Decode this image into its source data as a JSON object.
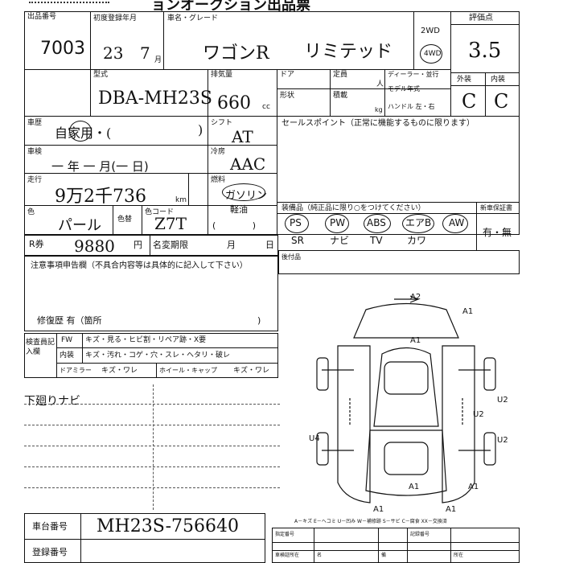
{
  "header": {
    "title": "ョンオークション出品票"
  },
  "sheet": {
    "lot_label": "出品番号",
    "lot_number": "7003",
    "first_reg_label": "初度登録年月",
    "first_reg_year": "23",
    "first_reg_month": "7",
    "month_unit": "月",
    "car_name_label": "車名・グレード",
    "car_name": "ワゴンR",
    "grade": "リミテッド",
    "drive_label": "2WD",
    "drive_circled": "4WD",
    "score_label": "評価点",
    "score": "3.5",
    "model_label": "型式",
    "model": "DBA-MH23S",
    "displacement_label": "排気量",
    "displacement": "660",
    "cc_unit": "cc",
    "door_label": "ドア",
    "capacity_label": "定員",
    "person_unit": "人",
    "dealer_label": "ディーラー・並行",
    "model_year_label": "モデル年式",
    "shape_label": "形状",
    "load_label": "積載",
    "kg_unit": "kg",
    "handle_label": "ハンドル 左・右",
    "exterior_label": "外装",
    "interior_label": "内装",
    "exterior_score": "C",
    "interior_score": "C",
    "usage_label": "車歴",
    "usage": "自家用・(",
    "usage_close": ")",
    "shift_label": "シフト",
    "shift": "AT",
    "sales_point_label": "セールスポイント（正常に機能するものに限ります）",
    "inspection_label": "車検",
    "inspection_value": "一 年 一 月(一 日)",
    "ac_label": "冷房",
    "ac": "AAC",
    "mileage_label": "走行",
    "mileage": "9万2千736",
    "km_unit": "km",
    "fuel_label": "燃料",
    "fuel": "ガソリン",
    "color_label": "色",
    "color": "パール",
    "color_change_label": "色替",
    "color_code_label": "色コード",
    "color_code": "Z7T",
    "light_oil_label": "軽油",
    "equipment_label": "装備品（純正品に限り○をつけてください）",
    "new_car_warranty_label": "新車保証書",
    "equipment_top": [
      "PS",
      "PW",
      "ABS",
      "エアB",
      "AW"
    ],
    "equipment_bottom": [
      "SR",
      "ナビ",
      "TV",
      "カワ"
    ],
    "warranty_value": "有・無",
    "recycle_label": "R券",
    "recycle_value": "9880",
    "yen_unit": "円",
    "name_change_label": "名変期限",
    "month_short": "月",
    "day_unit": "日",
    "retrofit_label": "後付品",
    "notes_label": "注意事項申告欄（不具合内容等は具体的に記入して下さい）",
    "repair_label": "修復歴 有（箇所",
    "repair_close": ")",
    "inspector_label": "検査員記入欄",
    "fw_label": "FW",
    "fw_text": "キズ・見る・ヒビ割・リペア跡・X要",
    "interior_row_label": "内装",
    "interior_row_text": "キズ・汚れ・コゲ・穴・スレ・ヘタリ・破レ",
    "mirror_label": "ドアミラー",
    "mirror_text": "キズ・ワレ",
    "wheelcap_label": "ホイール・キャップ",
    "wheelcap_text": "キズ・ワレ",
    "handwritten_note": "下廻りナビ",
    "chassis_label": "車台番号",
    "chassis_number": "MH23S-756640",
    "reg_label": "登録番号",
    "legend": "A－キズ E－ヘコミ U－凹み W－補修跡 S－サビ C－腐食 XX－交換済",
    "damage_marks": [
      "A2",
      "A1",
      "A1",
      "U2",
      "U2",
      "U4",
      "U2",
      "A1",
      "A1",
      "A1",
      "A1"
    ],
    "bottom_labels": [
      "指定番号",
      "記録番号",
      "車検証所在",
      "名",
      "備",
      "所在"
    ]
  }
}
